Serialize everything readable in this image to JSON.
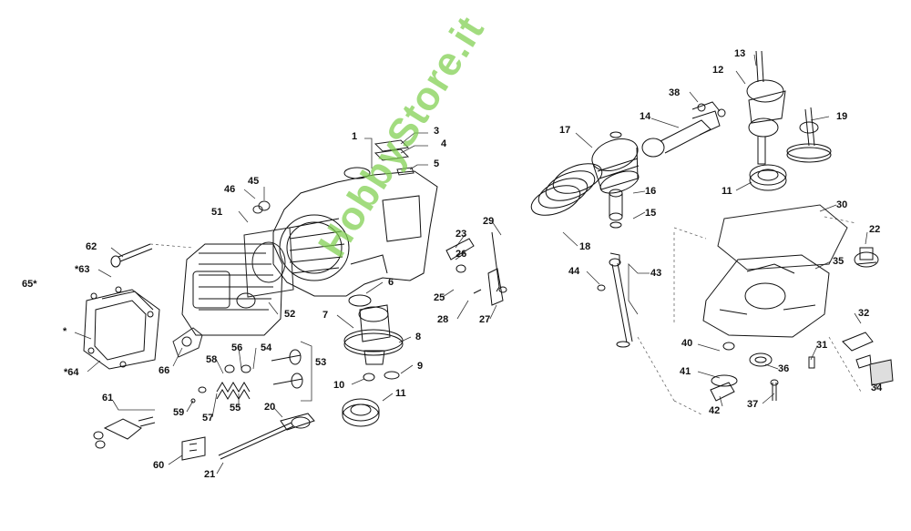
{
  "watermark": "HobbyStore.it",
  "callouts": [
    {
      "id": "c1",
      "text": "1"
    },
    {
      "id": "c3",
      "text": "3"
    },
    {
      "id": "c4",
      "text": "4"
    },
    {
      "id": "c5",
      "text": "5"
    },
    {
      "id": "c45",
      "text": "45"
    },
    {
      "id": "c46",
      "text": "46"
    },
    {
      "id": "c51",
      "text": "51"
    },
    {
      "id": "c62",
      "text": "62"
    },
    {
      "id": "c63",
      "text": "*63"
    },
    {
      "id": "c65",
      "text": "65*"
    },
    {
      "id": "cstar",
      "text": "*"
    },
    {
      "id": "c64",
      "text": "*64"
    },
    {
      "id": "c66",
      "text": "66"
    },
    {
      "id": "c52",
      "text": "52"
    },
    {
      "id": "c6",
      "text": "6"
    },
    {
      "id": "c7",
      "text": "7"
    },
    {
      "id": "c8",
      "text": "8"
    },
    {
      "id": "c9",
      "text": "9"
    },
    {
      "id": "c10",
      "text": "10"
    },
    {
      "id": "c11a",
      "text": "11"
    },
    {
      "id": "c58",
      "text": "58"
    },
    {
      "id": "c56",
      "text": "56"
    },
    {
      "id": "c54",
      "text": "54"
    },
    {
      "id": "c53",
      "text": "53"
    },
    {
      "id": "c59",
      "text": "59"
    },
    {
      "id": "c57",
      "text": "57"
    },
    {
      "id": "c55",
      "text": "55"
    },
    {
      "id": "c20",
      "text": "20"
    },
    {
      "id": "c61",
      "text": "61"
    },
    {
      "id": "c60",
      "text": "60"
    },
    {
      "id": "c21",
      "text": "21"
    },
    {
      "id": "c23",
      "text": "23"
    },
    {
      "id": "c26",
      "text": "26"
    },
    {
      "id": "c25",
      "text": "25"
    },
    {
      "id": "c29",
      "text": "29"
    },
    {
      "id": "c28",
      "text": "28"
    },
    {
      "id": "c27",
      "text": "27"
    },
    {
      "id": "c17",
      "text": "17"
    },
    {
      "id": "c14",
      "text": "14"
    },
    {
      "id": "c16",
      "text": "16"
    },
    {
      "id": "c15",
      "text": "15"
    },
    {
      "id": "c18",
      "text": "18"
    },
    {
      "id": "c38",
      "text": "38"
    },
    {
      "id": "c13",
      "text": "13"
    },
    {
      "id": "c12",
      "text": "12"
    },
    {
      "id": "c19",
      "text": "19"
    },
    {
      "id": "c11b",
      "text": "11"
    },
    {
      "id": "c30",
      "text": "30"
    },
    {
      "id": "c22",
      "text": "22"
    },
    {
      "id": "c35",
      "text": "35"
    },
    {
      "id": "c44",
      "text": "44"
    },
    {
      "id": "c43",
      "text": "43"
    },
    {
      "id": "c40",
      "text": "40"
    },
    {
      "id": "c32",
      "text": "32"
    },
    {
      "id": "c31",
      "text": "31"
    },
    {
      "id": "c36",
      "text": "36"
    },
    {
      "id": "c41",
      "text": "41"
    },
    {
      "id": "c34",
      "text": "34"
    },
    {
      "id": "c37",
      "text": "37"
    },
    {
      "id": "c42",
      "text": "42"
    }
  ]
}
